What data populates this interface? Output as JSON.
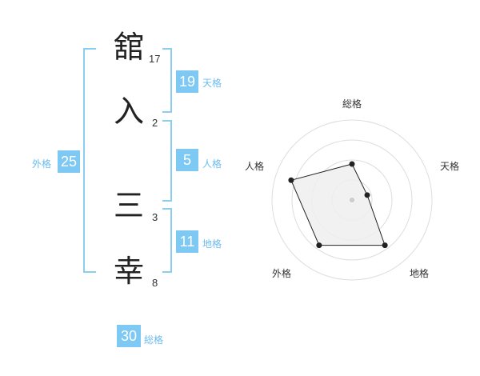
{
  "name": {
    "chars": [
      {
        "char": "舘",
        "strokes": "17"
      },
      {
        "char": "入",
        "strokes": "2"
      },
      {
        "char": "三",
        "strokes": "3"
      },
      {
        "char": "幸",
        "strokes": "8"
      }
    ]
  },
  "fortune": {
    "tenkaku": {
      "value": "19",
      "label": "天格"
    },
    "jinkaku": {
      "value": "5",
      "label": "人格"
    },
    "chikaku": {
      "value": "11",
      "label": "地格"
    },
    "gaikaku": {
      "value": "25",
      "label": "外格"
    },
    "soukaku": {
      "value": "30",
      "label": "総格"
    }
  },
  "chart_data": {
    "type": "radar",
    "axes": [
      "総格",
      "天格",
      "地格",
      "外格",
      "人格"
    ],
    "values": [
      0.45,
      0.2,
      0.7,
      0.7,
      0.8
    ],
    "rings": 4,
    "colors": {
      "fill": "#efefef",
      "stroke": "#222222",
      "grid": "#dddddd"
    }
  }
}
